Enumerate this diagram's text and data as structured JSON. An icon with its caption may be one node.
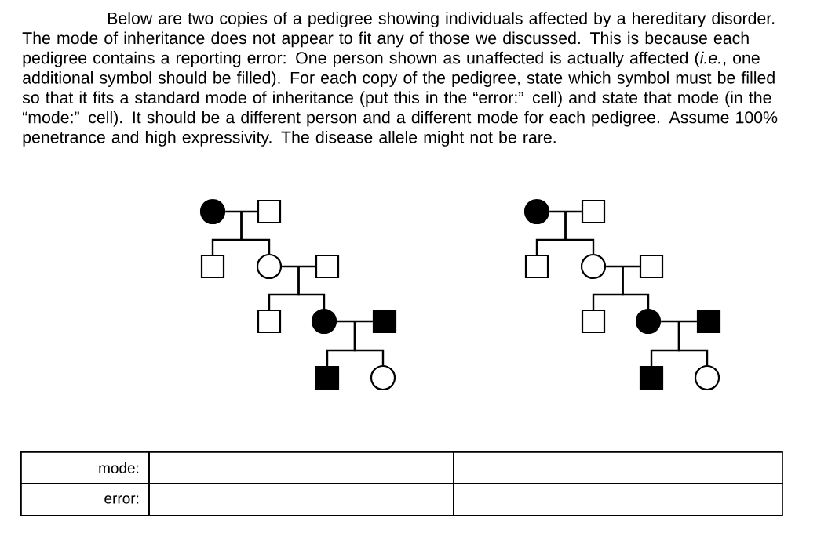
{
  "diagram": {
    "nodes": [
      {
        "text": [],
        "shape": "circle"
      },
      {
        "text": [],
        "shape": "box"
      },
      {
        "text": [],
        "shape": "box"
      },
      {
        "text": [],
        "shape": "circle"
      },
      {
        "text": [],
        "shape": "box"
      },
      {
        "text": [],
        "shape": "box"
      },
      {
        "text": [],
        "shape": "circle"
      },
      {
        "text": [],
        "shape": "box"
      },
      {
        "text": [],
        "shape": "box"
      },
      {
        "text": [],
        "shape": "circle"
      },
      {
        "text": [],
        "shape": "circle"
      },
      {
        "text": [],
        "shape": "box"
      },
      {
        "text": [],
        "shape": "box"
      },
      {
        "text": [],
        "shape": "circle"
      },
      {
        "text": [],
        "shape": "box"
      },
      {
        "text": [],
        "shape": "box"
      },
      {
        "text": [],
        "shape": "circle"
      },
      {
        "text": [],
        "shape": "box"
      },
      {
        "text": [],
        "shape": "box"
      },
      {
        "text": [],
        "shape": "circle"
      }
    ],
    "edges": [
      {
        "from": 0,
        "to": 1,
        "arrow": "none"
      },
      {
        "from": 0,
        "to": 2,
        "arrow": "none"
      },
      {
        "from": 1,
        "to": 2,
        "arrow": "none"
      },
      {
        "from": 0,
        "to": 3,
        "arrow": "none"
      },
      {
        "from": 1,
        "to": 3,
        "arrow": "none"
      },
      {
        "from": 3,
        "to": 4,
        "arrow": "none"
      },
      {
        "from": 3,
        "to": 5,
        "arrow": "none"
      },
      {
        "from": 4,
        "to": 5,
        "arrow": "none"
      },
      {
        "from": 3,
        "to": 6,
        "arrow": "none"
      },
      {
        "from": 4,
        "to": 6,
        "arrow": "none"
      },
      {
        "from": 6,
        "to": 7,
        "arrow": "none"
      },
      {
        "from": 6,
        "to": 8,
        "arrow": "none"
      },
      {
        "from": 7,
        "to": 8,
        "arrow": "none"
      },
      {
        "from": 6,
        "to": 9,
        "arrow": "none"
      },
      {
        "from": 7,
        "to": 9,
        "arrow": "none"
      },
      {
        "from": 10,
        "to": 11,
        "arrow": "none"
      },
      {
        "from": 10,
        "to": 12,
        "arrow": "none"
      },
      {
        "from": 11,
        "to": 12,
        "arrow": "none"
      },
      {
        "from": 10,
        "to": 13,
        "arrow": "none"
      },
      {
        "from": 11,
        "to": 13,
        "arrow": "none"
      },
      {
        "from": 13,
        "to": 14,
        "arrow": "none"
      },
      {
        "from": 13,
        "to": 15,
        "arrow": "none"
      },
      {
        "from": 14,
        "to": 15,
        "arrow": "none"
      },
      {
        "from": 13,
        "to": 16,
        "arrow": "none"
      },
      {
        "from": 14,
        "to": 16,
        "arrow": "none"
      },
      {
        "from": 16,
        "to": 17,
        "arrow": "none"
      },
      {
        "from": 16,
        "to": 18,
        "arrow": "none"
      },
      {
        "from": 17,
        "to": 18,
        "arrow": "none"
      },
      {
        "from": 16,
        "to": 19,
        "arrow": "none"
      },
      {
        "from": 17,
        "to": 19,
        "arrow": "none"
      }
    ],
    "labels": [
      "Below are two copies of a pedigree showing individuals affected by a hereditary disorder. The mode of inheritance does not appear to fit any of those we discussed. This is because each pedigree contains a reporting error: One person shown as unaffected is actually affected (*i.e.*, one additional symbol should be filled). For each copy of the pedigree, state which symbol must be filled so that it fits a standard mode of inheritance (put this in the “error:” cell) and state that mode (in the “mode:” cell). It should be a different person and a different mode for each pedigree. Assume 100% penetrance and high expressivity. The disease allele might not be rare.",
      "mode:",
      "error:"
    ]
  }
}
